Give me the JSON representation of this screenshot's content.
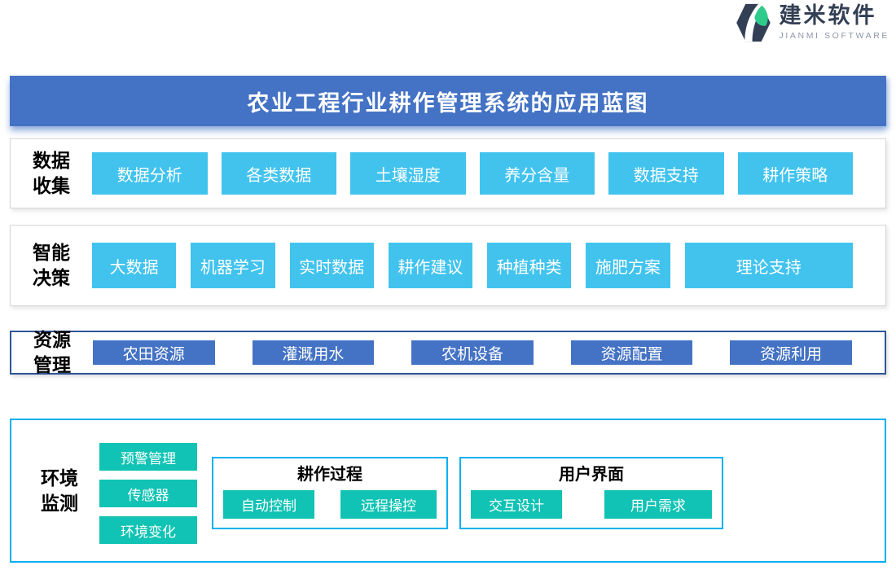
{
  "logo": {
    "name": "建米软件",
    "subtitle": "JIANMI SOFTWARE"
  },
  "banner": {
    "title": "农业工程行业耕作管理系统的应用蓝图"
  },
  "rows": [
    {
      "label_lines": [
        "数据",
        "收集"
      ],
      "items": [
        "数据分析",
        "各类数据",
        "土壤湿度",
        "养分含量",
        "数据支持",
        "耕作策略"
      ]
    },
    {
      "label_lines": [
        "智能",
        "决策"
      ],
      "items": [
        "大数据",
        "机器学习",
        "实时数据",
        "耕作建议",
        "种植种类",
        "施肥方案",
        "理论支持"
      ]
    },
    {
      "label_lines": [
        "资源",
        "管理"
      ],
      "items": [
        "农田资源",
        "灌溉用水",
        "农机设备",
        "资源配置",
        "资源利用"
      ]
    },
    {
      "label_lines": [
        "环境",
        "监测"
      ],
      "items": [
        "预警管理",
        "传感器",
        "环境变化"
      ],
      "groups": [
        {
          "title": "耕作过程",
          "items": [
            "自动控制",
            "远程操控"
          ]
        },
        {
          "title": "用户界面",
          "items": [
            "交互设计",
            "用户需求"
          ]
        }
      ]
    }
  ],
  "colors": {
    "banner-blue": "#4472C4",
    "light-blue": "#41C3EE",
    "mid-blue": "#4472C4",
    "teal": "#10C3B4",
    "cyan-border": "#00B0F0",
    "row3-border": "#2F5597",
    "navy": "#333F54",
    "logo-green": "#2FCB8C"
  }
}
